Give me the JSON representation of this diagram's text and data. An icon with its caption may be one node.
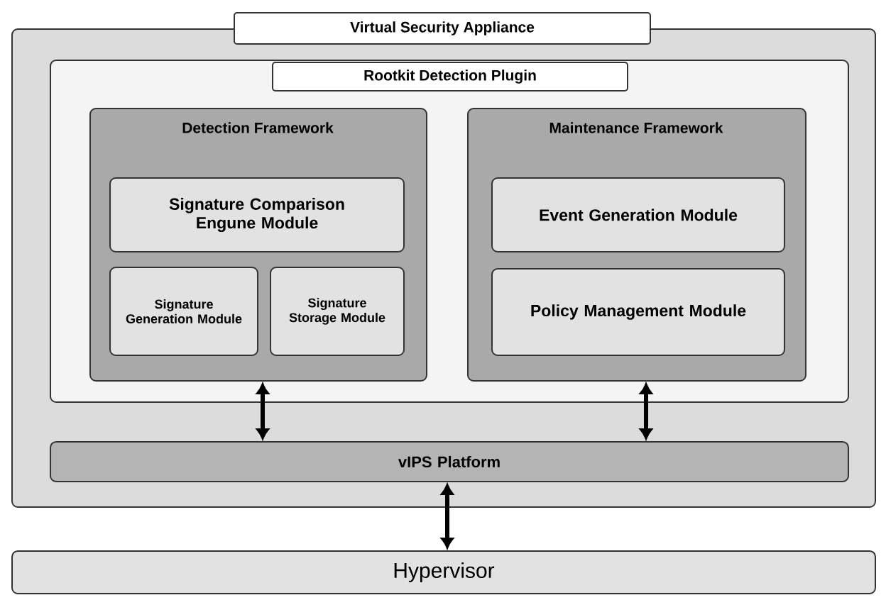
{
  "diagram": {
    "nodes": [
      {
        "text": [
          "Virtual Security Appliance"
        ]
      },
      {
        "text": [
          "Rootkit Detection Plugin"
        ],
        "in": 0
      },
      {
        "text": [
          "Detection Framework"
        ],
        "in": 1
      },
      {
        "text": [
          "Signature Comparison Engune Module"
        ],
        "in": 2
      },
      {
        "text": [
          "Signature Generation Module"
        ],
        "in": 2
      },
      {
        "text": [
          "Signature Storage Module"
        ],
        "in": 2
      },
      {
        "text": [
          "Maintenance Framework"
        ],
        "in": 1
      },
      {
        "text": [
          "Event Generation Module"
        ],
        "in": 6
      },
      {
        "text": [
          "Policy Management Module"
        ],
        "in": 6
      },
      {
        "text": [
          "vIPS Platform"
        ],
        "in": 0
      },
      {
        "text": [
          "Hypervisor"
        ]
      }
    ],
    "edges": [
      {
        "from": 2,
        "to": 9,
        "arrow": "both"
      },
      {
        "from": 6,
        "to": 9,
        "arrow": "both"
      },
      {
        "from": 9,
        "to": 10,
        "arrow": "both"
      }
    ]
  }
}
